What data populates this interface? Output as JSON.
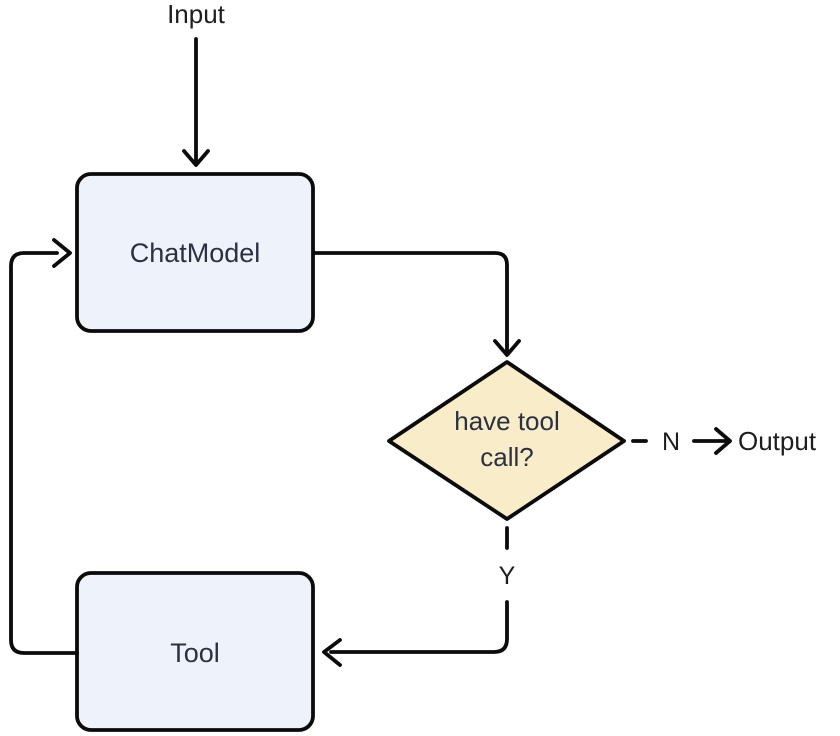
{
  "canvas": {
    "width": "840",
    "height": "736",
    "background": "#ffffff"
  },
  "palette": {
    "line": "#0b0b0b",
    "node_fill": "#edf2fb",
    "decision_fill": "#f8ecc9",
    "node_text": "#2a3140",
    "edge_label_text": "#1d1d1d"
  },
  "flow": {
    "input_label": "Input",
    "output_label": "Output",
    "nodes": {
      "chat_model": {
        "label": "ChatModel"
      },
      "decision": {
        "label_line1": "have tool",
        "label_line2": "call?"
      },
      "tool": {
        "label": "Tool"
      }
    },
    "edges": {
      "no_label": "N",
      "yes_label": "Y",
      "connections": [
        {
          "from": "Input",
          "to": "ChatModel",
          "style": "solid-arrow"
        },
        {
          "from": "ChatModel",
          "to": "have tool call?",
          "style": "solid-arrow"
        },
        {
          "from": "have tool call?",
          "to": "Output",
          "style": "dashed",
          "label": "N"
        },
        {
          "from": "have tool call?",
          "to": "Tool",
          "style": "dashed-then-solid-arrow",
          "label": "Y"
        },
        {
          "from": "Tool",
          "to": "ChatModel",
          "style": "solid-arrow-loop"
        }
      ]
    }
  }
}
